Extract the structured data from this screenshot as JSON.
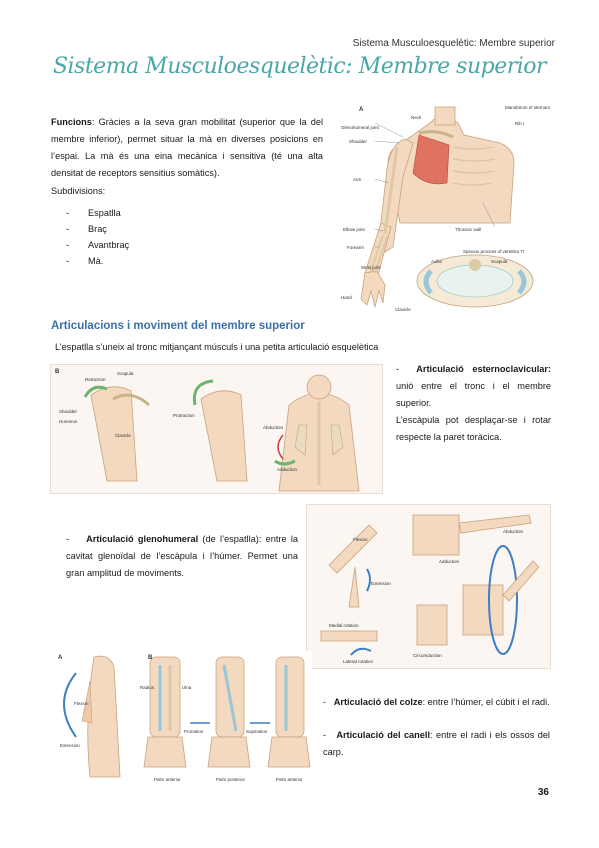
{
  "header": {
    "running_title": "Sistema Musculoesquelètic: Membre superior"
  },
  "title": "Sistema Musculoesquelètic: Membre superior",
  "funcions": {
    "label": "Funcions",
    "text": ": Gràcies a la seva gran mobilitat (superior que la del membre inferior), permet situar la mà en diverses posicions en l’espai. La mà és una eina mecànica i sensitiva (té una alta densitat de receptors sensitius somàtics)."
  },
  "subdivisions": {
    "label": "Subdivisions:",
    "items": [
      "Espatlla",
      "Braç",
      "Avantbraç",
      "Mà."
    ],
    "dash": "-"
  },
  "section": {
    "heading": "Articulacions i moviment del membre superior",
    "intro": "L’espatlla s’uneix al tronc mitjançant músculs i una petita articulació esquelètica"
  },
  "esternoclavicular": {
    "dash": "-",
    "title": "Articulació esternoclavicular:",
    "text1": "unió entre el tronc i el membre superior.",
    "text2": "L’escàpula pot desplaçar-se i rotar respecte la paret toràcica."
  },
  "glenohumeral": {
    "dash": "-",
    "title": "Articulació glenohumeral",
    "paren": " (de l’espatlla)",
    "text": ": entre la cavitat glenoïdal de l’escàpula i l’húmer. Permet una gran amplitud de moviments."
  },
  "colze": {
    "dash": "-",
    "title": "Articulació del colze",
    "text": ": entre l’húmer, el cúbit i el radi."
  },
  "canell": {
    "dash": "-",
    "title": "Articulació del canell",
    "text": ": entre el radi i els ossos del carp."
  },
  "figures": {
    "anatomy_labels": [
      "A",
      "Neck",
      "Manubrium of sternum",
      "Rib I",
      "Glenohumeral joint",
      "Shoulder",
      "Arm",
      "Elbow joint",
      "Forearm",
      "Thoracic wall",
      "Wrist joint",
      "Hand",
      "Clavicle",
      "Spinous process of vertebra TI",
      "Axilla",
      "Scapula"
    ],
    "scapula_labels": [
      "B",
      "Retraction",
      "Scapula",
      "Shoulder",
      "Humerus",
      "Clavicle",
      "Protraction",
      "Abduction",
      "Adduction"
    ],
    "shoulder_labels": [
      "Flexion",
      "Extension",
      "Abduction",
      "Adduction",
      "Medial rotation",
      "Lateral rotation",
      "Circumduction"
    ],
    "elbow_labels": [
      "A",
      "B",
      "Flexion",
      "Extension",
      "Radius",
      "Ulna",
      "Pronation",
      "Supination",
      "Palm anterior",
      "Palm posterior",
      "Palm anterior"
    ]
  },
  "page_number": "36"
}
